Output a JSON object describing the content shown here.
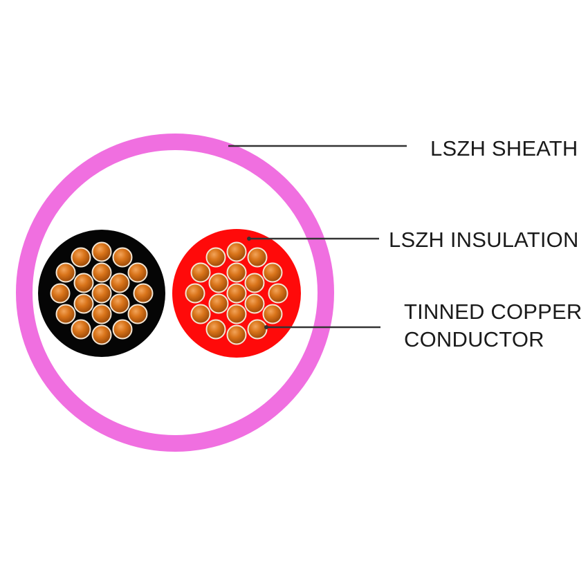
{
  "labels": {
    "sheath": "LSZH SHEATH",
    "insulation": "LSZH INSULATION",
    "conductor_line1": "TINNED COPPER",
    "conductor_line2": "CONDUCTOR"
  },
  "colors": {
    "sheath": "#f06fe0",
    "core_left": "#050505",
    "core_right": "#ff0a0a",
    "strand": "#cf6a10",
    "strand_outline": "#f4e6d4",
    "leader_line": "#333333",
    "text": "#1a1a1a"
  }
}
